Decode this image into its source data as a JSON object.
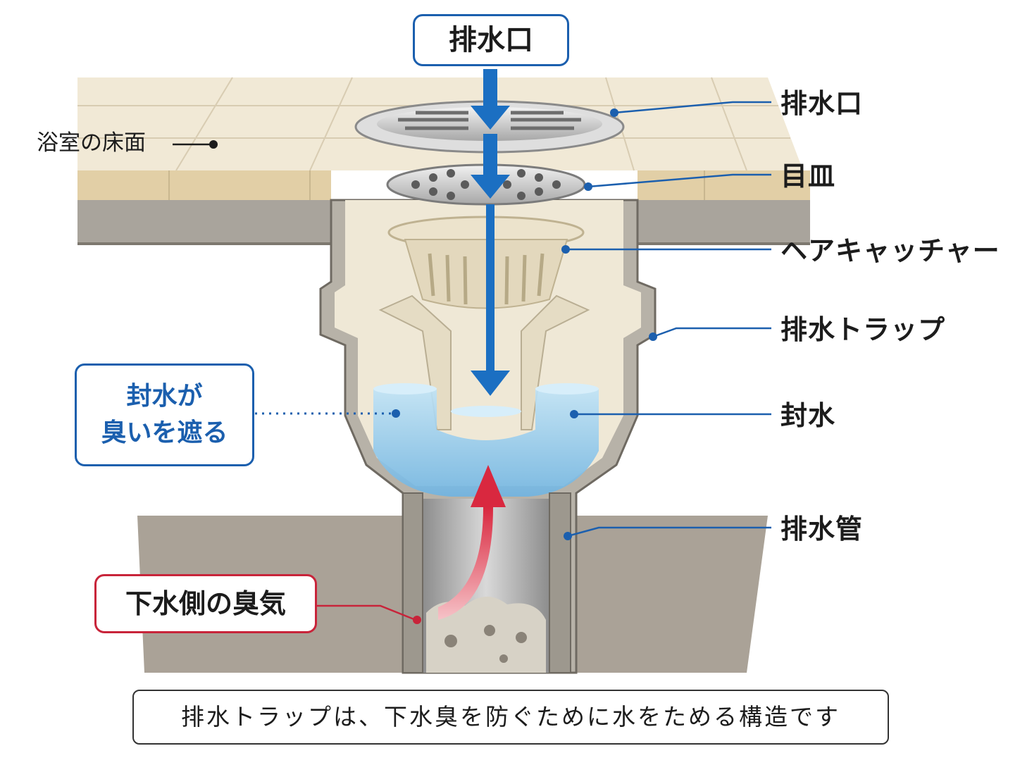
{
  "title_box": "排水口",
  "floor_label": "浴室の床面",
  "labels": {
    "drain_outlet": "排水口",
    "grate": "目皿",
    "hair_catcher": "ヘアキャッチャー",
    "drain_trap": "排水トラップ",
    "seal_water": "封水",
    "drain_pipe": "排水管"
  },
  "seal_box": {
    "line1": "封水が",
    "line2": "臭いを遮る"
  },
  "odor_box": "下水側の臭気",
  "caption": "排水トラップは、下水臭を防ぐために水をためる構造です",
  "colors": {
    "blue_accent": "#1b5fae",
    "red_accent": "#c8243a",
    "water": "#8cc8ec",
    "tile": "#efe6d2",
    "concrete": "#a9a49c",
    "trap_body": "#efe8d6"
  }
}
